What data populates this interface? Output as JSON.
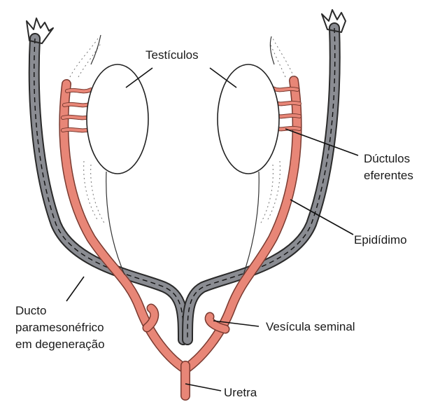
{
  "labels": {
    "testiculos": "Testículos",
    "ductulos_line1": "Dúctulos",
    "ductulos_line2": "eferentes",
    "epididimo": "Epidídimo",
    "paramesonefrico_line1": "Ducto",
    "paramesonefrico_line2": "paramesonéfrico",
    "paramesonefrico_line3": "em degeneração",
    "vesicula": "Vesícula seminal",
    "uretra": "Uretra"
  },
  "colors": {
    "mesonephric_duct": "#e88677",
    "paramesonephric_duct": "#8a8c92",
    "outline": "#222222"
  }
}
